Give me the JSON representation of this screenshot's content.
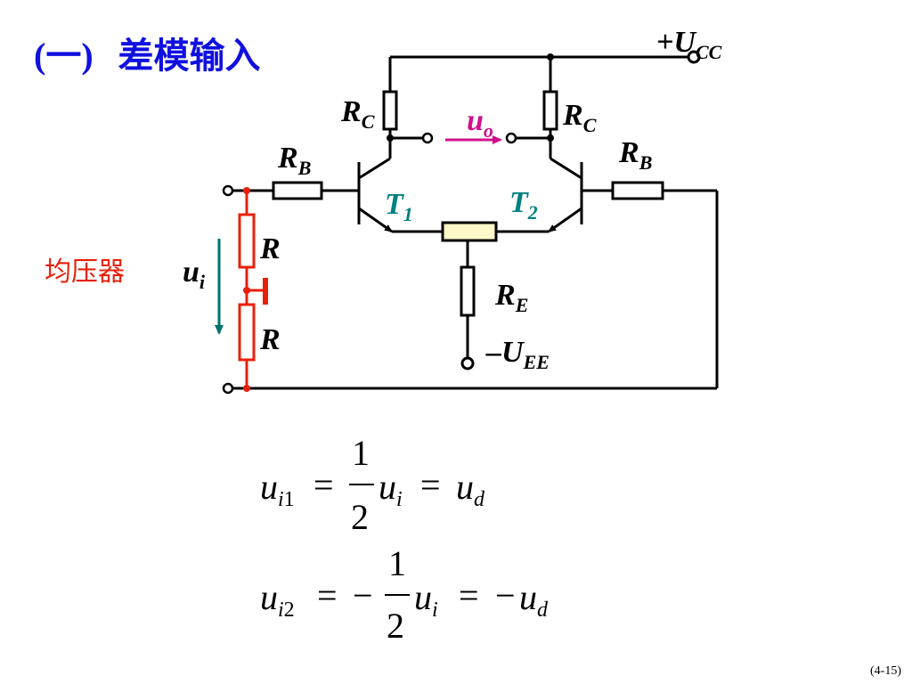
{
  "title": {
    "paren": "(一)",
    "text": "差模输入"
  },
  "side_label": "均压器",
  "page_number": "(4-15)",
  "circuit": {
    "vcc": {
      "prefix": "+U",
      "sub": "CC"
    },
    "vee": {
      "prefix": "–U",
      "sub": "EE"
    },
    "rc_left": {
      "main": "R",
      "sub": "C"
    },
    "rc_right": {
      "main": "R",
      "sub": "C"
    },
    "rb_left": {
      "main": "R",
      "sub": "B"
    },
    "rb_right": {
      "main": "R",
      "sub": "B"
    },
    "t1": {
      "main": "T",
      "sub": "1"
    },
    "t2": {
      "main": "T",
      "sub": "2"
    },
    "re": {
      "main": "R",
      "sub": "E"
    },
    "uo": {
      "main": "u",
      "sub": "o"
    },
    "ui": {
      "main": "u",
      "sub": "i"
    },
    "divider_top": "R",
    "divider_bottom": "R"
  },
  "equations": {
    "eq1": {
      "lhs": "u",
      "lhs_sub_i": "i",
      "lhs_sub_n": "1",
      "eq": "=",
      "num": "1",
      "den": "2",
      "var": "u",
      "var_sub": "i",
      "eq2": "=",
      "rhs": "u",
      "rhs_sub": "d"
    },
    "eq2": {
      "lhs": "u",
      "lhs_sub_i": "i",
      "lhs_sub_n": "2",
      "eq": "=",
      "minus": "−",
      "num": "1",
      "den": "2",
      "var": "u",
      "var_sub": "i",
      "eq2": "=",
      "rhs_minus": "−",
      "rhs": "u",
      "rhs_sub": "d"
    }
  },
  "colors": {
    "title": "#1010e0",
    "divider": "#e8200a",
    "transistor_label": "#008080",
    "output_voltage": "#d0108a",
    "potentiometer_fill": "#fff8c8",
    "wire": "#000000"
  }
}
